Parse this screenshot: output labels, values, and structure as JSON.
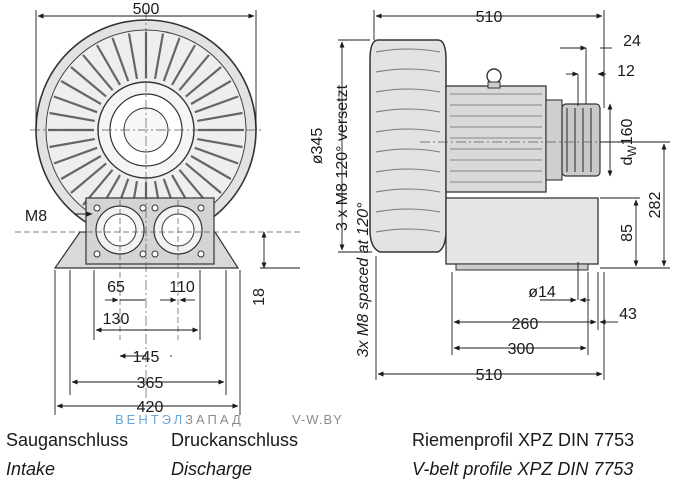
{
  "dimensions_front": {
    "width_top": "500",
    "bolt": "M8",
    "d65": "65",
    "d110": "110",
    "d18": "18",
    "d130": "130",
    "d145": "145",
    "d365": "365",
    "d420": "420"
  },
  "dimensions_side": {
    "width_top": "510",
    "d24": "24",
    "d12": "12",
    "diameter": "ø345",
    "bolt_note_de": "3 x M8 120° versetzt",
    "bolt_note_en": "3x M8 spaced at 120°",
    "pulley": "d",
    "pulley_sub": "W",
    "pulley_val": "160",
    "d282": "282",
    "d85": "85",
    "d14": "ø14",
    "d43": "43",
    "d260": "260",
    "d300": "300",
    "d510_bottom": "510"
  },
  "watermark": {
    "brand_a": "ВЕНТЭЛ",
    "brand_b": "ЗАПАД",
    "site": "V-W.BY",
    "color_a": "#6aa6d6",
    "color_b": "#8c8c8c"
  },
  "captions": {
    "intake_de": "Sauganschluss",
    "intake_en": "Intake",
    "discharge_de": "Druckanschluss",
    "discharge_en": "Discharge",
    "belt_de": "Riemenprofil XPZ DIN 7753",
    "belt_en": "V-belt profile XPZ DIN 7753"
  }
}
